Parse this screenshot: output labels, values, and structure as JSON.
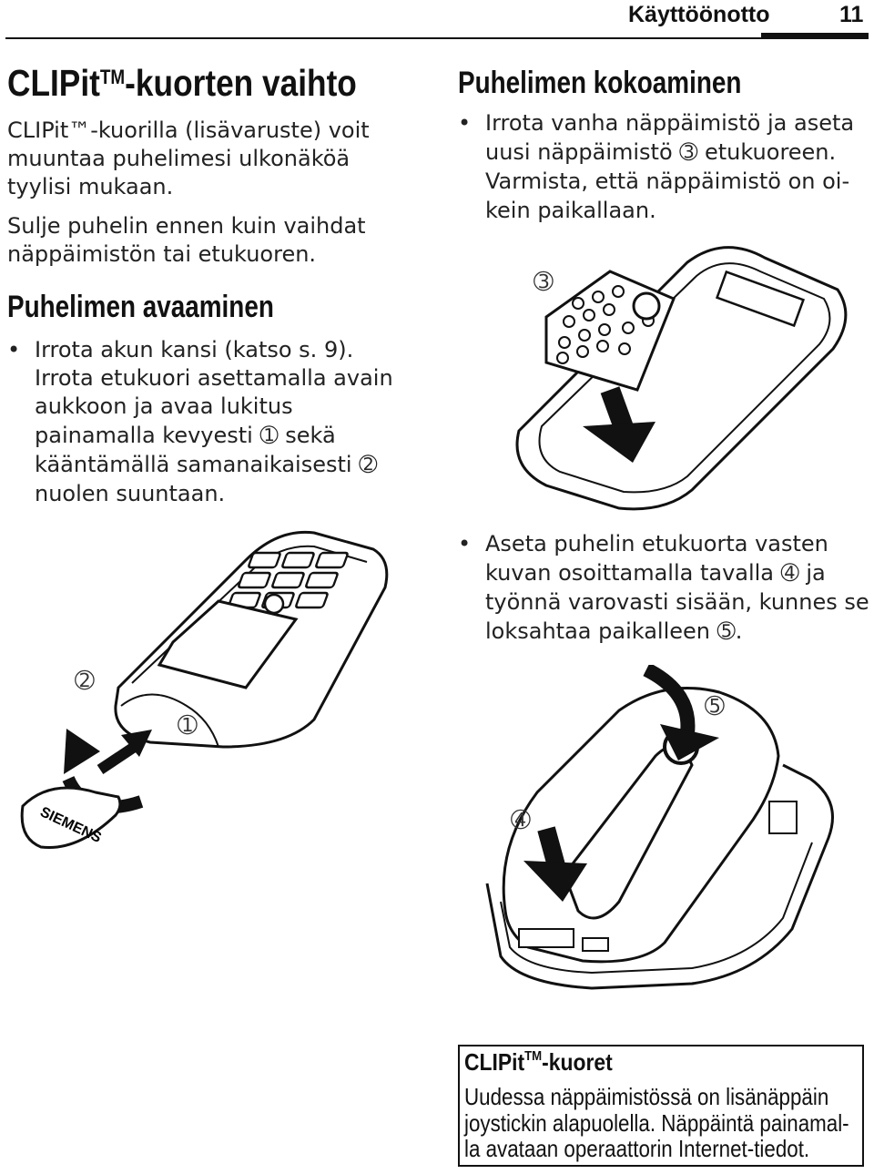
{
  "header": {
    "section": "Käyttöönotto",
    "page_number": "11"
  },
  "title": {
    "main": "CLIPit",
    "tm": "TM",
    "rest": "-kuorten vaihto"
  },
  "intro": [
    "CLIPit™-kuorilla (lisävaruste) voit",
    "muuntaa puhelimesi ulkonäköä",
    "tyylisi mukaan.",
    "Sulje puhelin ennen kuin vaihdat",
    "näppäimistön tai etukuoren."
  ],
  "opening": {
    "heading": "Puhelimen avaaminen",
    "lines": [
      "Irrota akun kansi (katso s. 9).",
      "Irrota etukuori asettamalla avain",
      "aukkoon ja avaa lukitus",
      "painamalla kevyesti ➀ sekä",
      "kääntämällä samanaikaisesti ➁",
      "nuolen suuntaan."
    ]
  },
  "assembly": {
    "heading": "Puhelimen kokoaminen",
    "bullet1": [
      "Irrota vanha näppäimistö ja aseta",
      "uusi näppäimistö ➂ etukuoreen.",
      "Varmista, että näppäimistö on oi-",
      "kein paikallaan."
    ],
    "bullet2": [
      "Aseta puhelin etukuorta vasten",
      "kuvan osoittamalla tavalla ➃ ja",
      "työnnä varovasti sisään, kunnes se",
      "loksahtaa paikalleen ➄."
    ]
  },
  "figure_labels": {
    "step1": "➀",
    "step2": "➁",
    "step3": "➂",
    "step4": "➃",
    "step5": "➄",
    "key_brand": "SIEMENS"
  },
  "infobox": {
    "title_main": "CLIPit",
    "title_tm": "TM",
    "title_rest": "-kuoret",
    "lines": [
      "Uudessa näppäimistössä on lisänäppäin",
      "joystickin alapuolella. Näppäintä painamal-",
      "la avataan operaattorin Internet-tiedot."
    ]
  }
}
